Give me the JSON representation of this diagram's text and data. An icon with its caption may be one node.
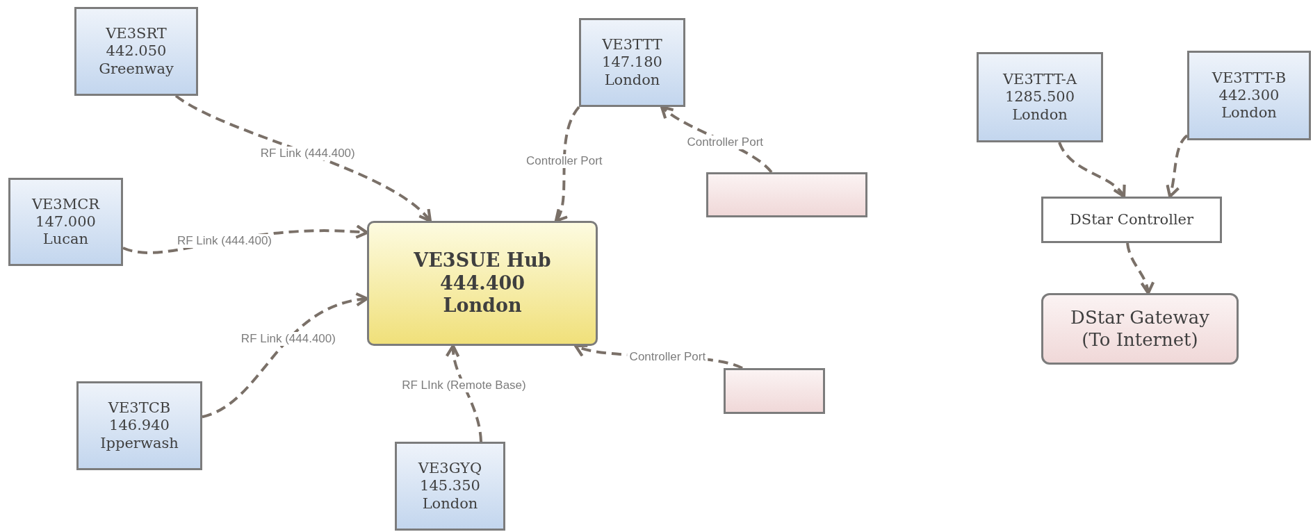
{
  "diagram": {
    "nodes": [
      {
        "text": [
          "VE3SRT",
          "442.050",
          "Greenway"
        ]
      },
      {
        "text": [
          "VE3TTT",
          "147.180",
          "London"
        ]
      },
      {
        "text": [
          "VE3MCR",
          "147.000",
          "Lucan"
        ]
      },
      {
        "text": [
          "VE3SUE Hub",
          "444.400",
          "London"
        ]
      },
      {
        "text": [],
        "shape": "box"
      },
      {
        "text": [
          "VE3TCB",
          "146.940",
          "Ipperwash"
        ]
      },
      {
        "text": [],
        "shape": "box"
      },
      {
        "text": [
          "VE3GYQ",
          "145.350",
          "London"
        ]
      },
      {
        "text": [
          "VE3TTT-A",
          "1285.500",
          "London"
        ]
      },
      {
        "text": [
          "VE3TTT-B",
          "442.300",
          "London"
        ]
      },
      {
        "text": [
          "DStar Controller"
        ]
      },
      {
        "text": [
          "DStar Gateway (To Internet)"
        ]
      }
    ],
    "edges": [
      {
        "from": 0,
        "to": 3,
        "arrow": "to",
        "label": "RF Link (444.400)",
        "style": "dashed"
      },
      {
        "from": 2,
        "to": 3,
        "arrow": "to",
        "label": "RF Link (444.400)",
        "style": "dashed"
      },
      {
        "from": 5,
        "to": 3,
        "arrow": "to",
        "label": "RF Link (444.400)",
        "style": "dashed"
      },
      {
        "from": 7,
        "to": 3,
        "arrow": "to",
        "label": "RF LInk (Remote Base)",
        "style": "dashed"
      },
      {
        "from": 1,
        "to": 3,
        "arrow": "to",
        "label": "Controller Port",
        "style": "dashed"
      },
      {
        "from": 4,
        "to": 1,
        "arrow": "to",
        "label": "Controller Port",
        "style": "dashed"
      },
      {
        "from": 6,
        "to": 3,
        "arrow": "to",
        "label": "Controller Port",
        "style": "dashed"
      },
      {
        "from": 8,
        "to": 10,
        "arrow": "to",
        "style": "dashed"
      },
      {
        "from": 9,
        "to": 10,
        "arrow": "to",
        "style": "dashed"
      },
      {
        "from": 10,
        "to": 11,
        "arrow": "to",
        "style": "dashed"
      }
    ]
  }
}
